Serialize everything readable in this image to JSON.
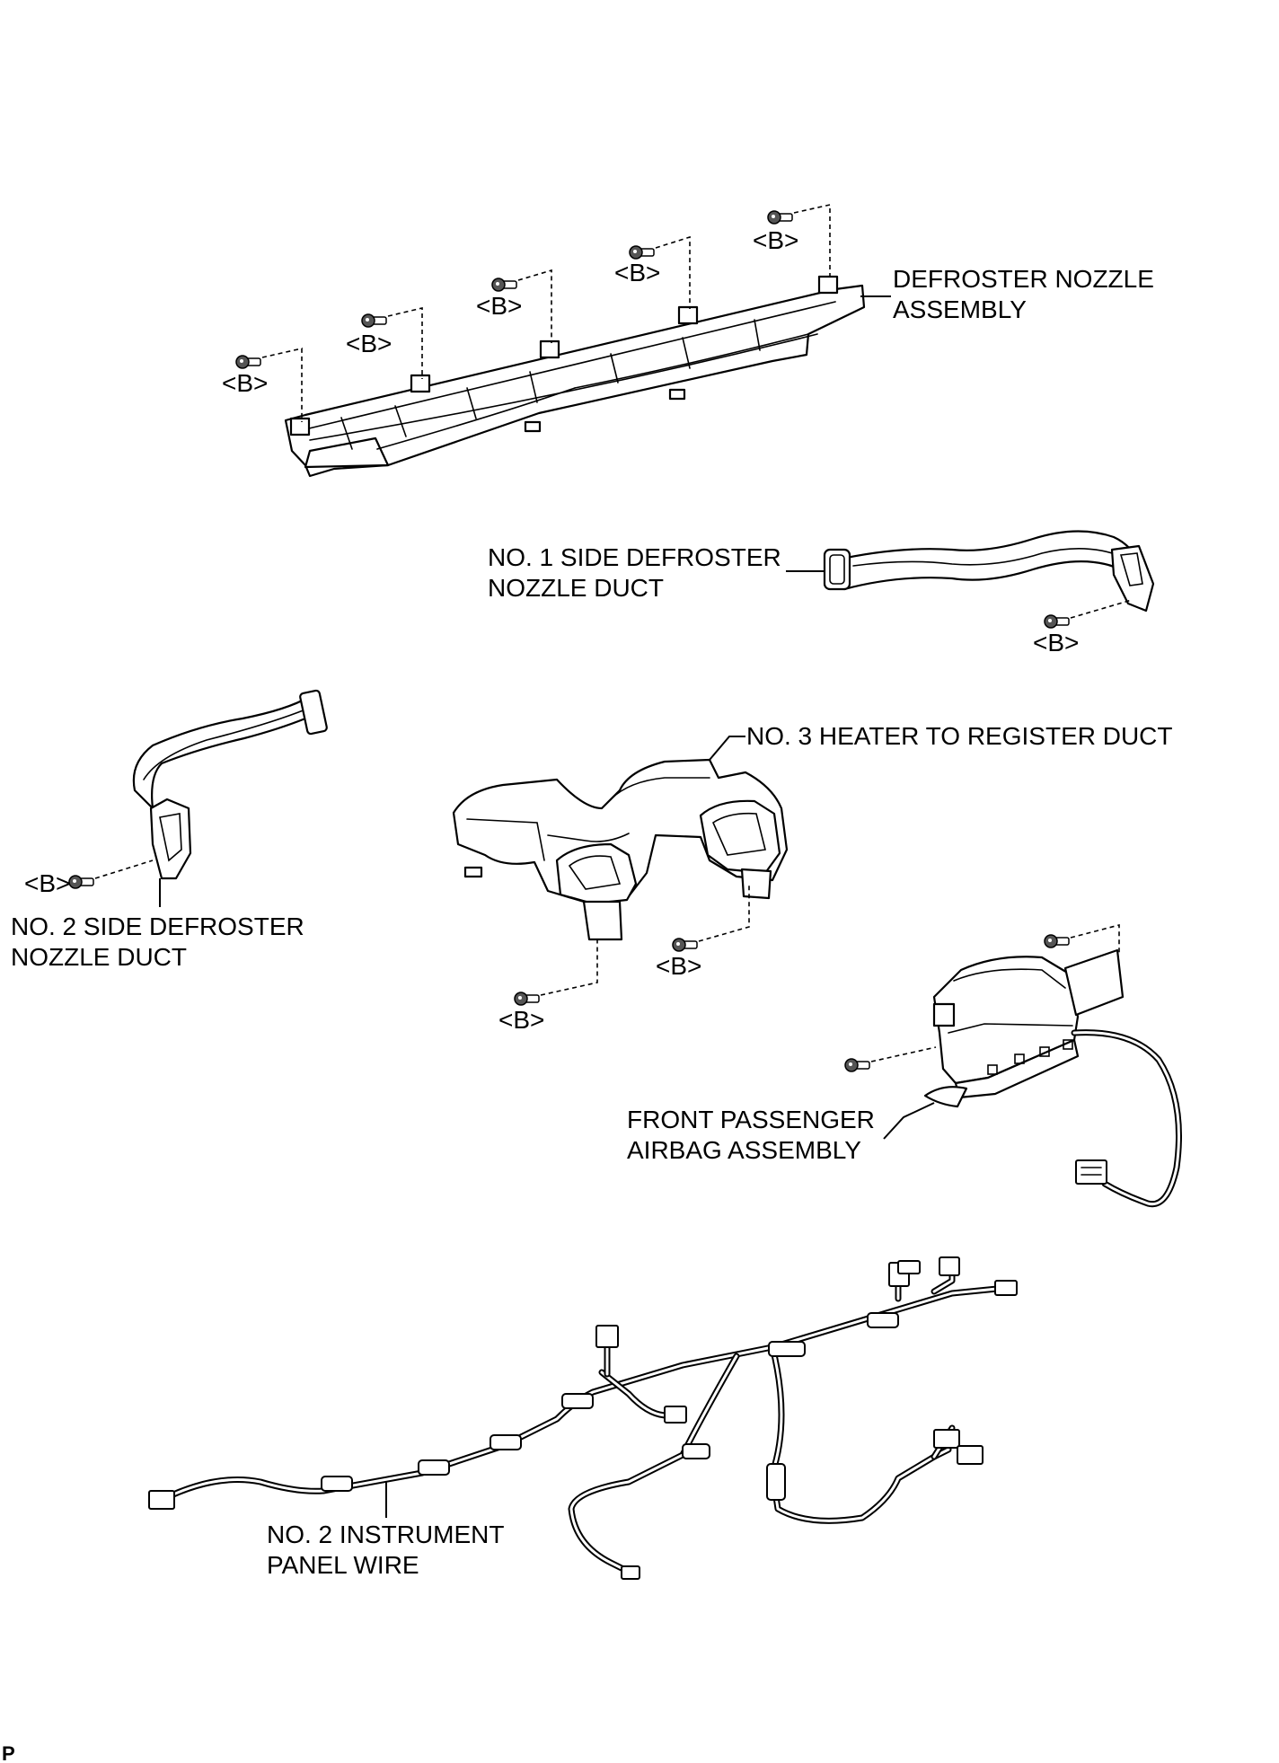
{
  "diagram": {
    "bolt_label": "<B>",
    "parts": {
      "defroster_nozzle": [
        "DEFROSTER NOZZLE",
        "ASSEMBLY"
      ],
      "side_duct_1": [
        "NO. 1 SIDE DEFROSTER",
        "NOZZLE DUCT"
      ],
      "side_duct_2": [
        "NO. 2 SIDE DEFROSTER",
        "NOZZLE DUCT"
      ],
      "heater_duct": [
        "NO. 3 HEATER TO REGISTER DUCT"
      ],
      "airbag": [
        "FRONT PASSENGER",
        "AIRBAG ASSEMBLY"
      ],
      "panel_wire": [
        "NO. 2 INSTRUMENT",
        "PANEL WIRE"
      ]
    },
    "corner_code": "P"
  }
}
